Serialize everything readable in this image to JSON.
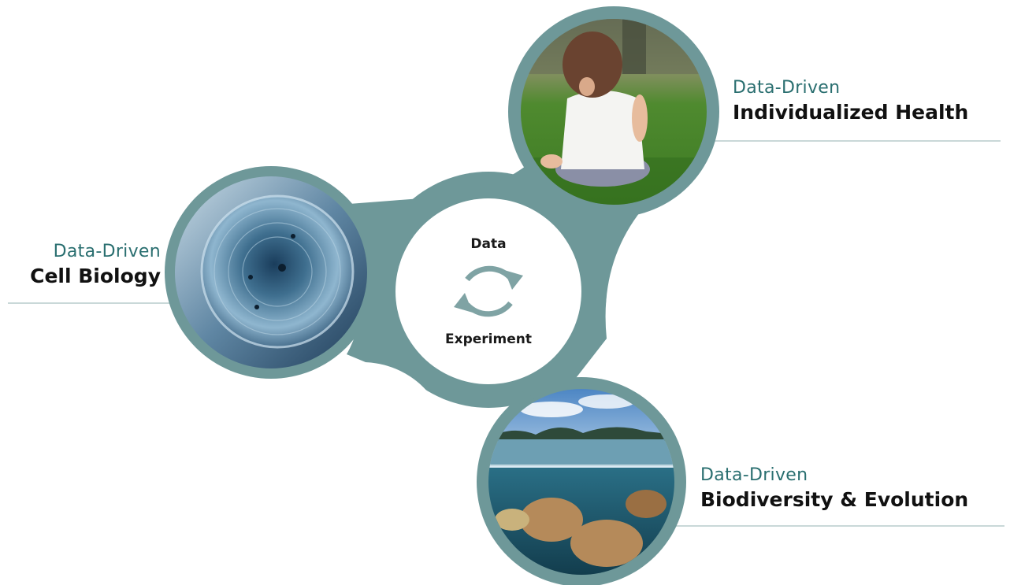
{
  "center": {
    "top_label": "Data",
    "bottom_label": "Experiment",
    "cycle_icon": "cycle-arrows-icon"
  },
  "nodes": {
    "health": {
      "prefix": "Data-Driven",
      "title": "Individualized Health",
      "image": "child-on-grass-photo"
    },
    "cell": {
      "prefix": "Data-Driven",
      "title": "Cell Biology",
      "image": "cell-microscopy-image"
    },
    "biodiversity": {
      "prefix": "Data-Driven",
      "title": "Biodiversity & Evolution",
      "image": "coral-reef-photo"
    }
  },
  "colors": {
    "shape": "#6e9899",
    "prefix_text": "#2a6f70",
    "title_text": "#111111",
    "cycle_arrows": "#7fa3a4"
  }
}
